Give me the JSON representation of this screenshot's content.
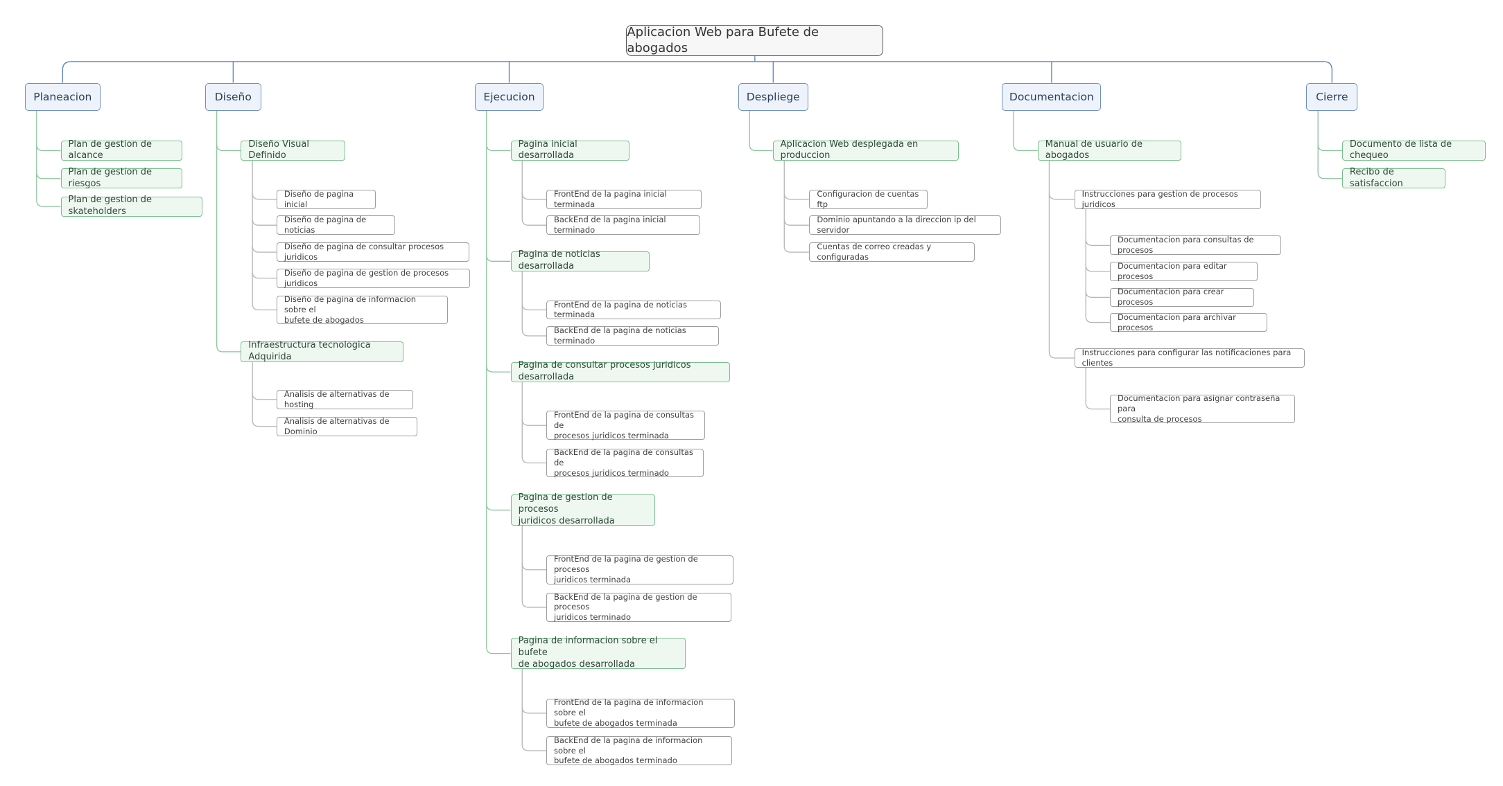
{
  "root": {
    "label": "Aplicacion Web para Bufete de abogados"
  },
  "branches": [
    {
      "label": "Planeacion",
      "children": [
        {
          "label": "Plan de gestion de alcance"
        },
        {
          "label": "Plan de gestion de riesgos"
        },
        {
          "label": "Plan de gestion de skateholders"
        }
      ]
    },
    {
      "label": "Diseño",
      "children": [
        {
          "label": "Diseño Visual Definido",
          "children": [
            {
              "label": "Diseño de pagina inicial"
            },
            {
              "label": "Diseño de pagina de noticias"
            },
            {
              "label": "Diseño de pagina de consultar procesos juridicos"
            },
            {
              "label": "Diseño de pagina de gestion de procesos juridicos"
            },
            {
              "label": "Diseño de pagina de informacion sobre el\nbufete de abogados"
            }
          ]
        },
        {
          "label": "Infraestructura tecnologica Adquirida",
          "children": [
            {
              "label": "Analisis de alternativas de hosting"
            },
            {
              "label": "Analisis de alternativas de Dominio"
            }
          ]
        }
      ]
    },
    {
      "label": "Ejecucion",
      "children": [
        {
          "label": "Pagina inicial desarrollada",
          "children": [
            {
              "label": "FrontEnd de la pagina inicial terminada"
            },
            {
              "label": "BackEnd de la pagina inicial terminado"
            }
          ]
        },
        {
          "label": "Pagina de noticias desarrollada",
          "children": [
            {
              "label": "FrontEnd de la pagina de noticias terminada"
            },
            {
              "label": "BackEnd de la pagina de noticias terminado"
            }
          ]
        },
        {
          "label": "Pagina de consultar procesos juridicos desarrollada",
          "children": [
            {
              "label": "FrontEnd de la pagina de consultas de\nprocesos juridicos  terminada"
            },
            {
              "label": "BackEnd de la pagina de consultas de\nprocesos juridicos terminado"
            }
          ]
        },
        {
          "label": "Pagina de gestion de procesos\njuridicos desarrollada",
          "children": [
            {
              "label": "FrontEnd de la pagina de gestion de procesos\njuridicos terminada"
            },
            {
              "label": "BackEnd de la pagina de gestion de procesos\njuridicos terminado"
            }
          ]
        },
        {
          "label": "Pagina de informacion sobre el bufete\nde abogados desarrollada",
          "children": [
            {
              "label": "FrontEnd de la pagina de informacion sobre el\nbufete de abogados terminada"
            },
            {
              "label": "BackEnd de la pagina de informacion sobre el\nbufete de abogados terminado"
            }
          ]
        }
      ]
    },
    {
      "label": "Despliege",
      "children": [
        {
          "label": "Aplicacion Web desplegada en produccion",
          "children": [
            {
              "label": "Configuracion de cuentas ftp"
            },
            {
              "label": "Dominio apuntando a la direccion ip del servidor"
            },
            {
              "label": "Cuentas de correo creadas y configuradas"
            }
          ]
        }
      ]
    },
    {
      "label": "Documentacion",
      "children": [
        {
          "label": "Manual de usuario de abogados",
          "children": [
            {
              "label": "Instrucciones para gestion de procesos juridicos",
              "children": [
                {
                  "label": "Documentacion para consultas de procesos"
                },
                {
                  "label": "Documentacion para editar procesos"
                },
                {
                  "label": "Documentacion para crear procesos"
                },
                {
                  "label": "Documentacion para archivar procesos"
                }
              ]
            },
            {
              "label": "Instrucciones para configurar las notificaciones para clientes",
              "children": [
                {
                  "label": "Documentacion para asignar contraseña para\nconsulta de procesos"
                }
              ]
            }
          ]
        }
      ]
    },
    {
      "label": "Cierre",
      "children": [
        {
          "label": "Documento de lista de chequeo"
        },
        {
          "label": "Recibo de satisfaccion"
        }
      ]
    }
  ]
}
